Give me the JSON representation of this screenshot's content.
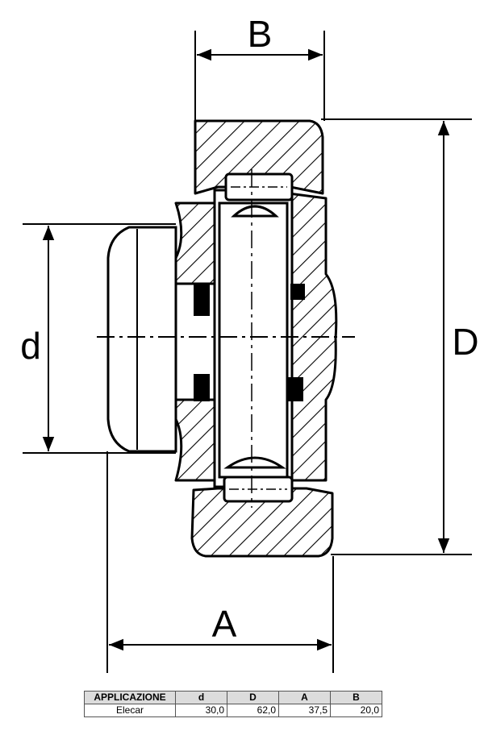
{
  "drawing": {
    "dimension_labels": {
      "B": "B",
      "d": "d",
      "D": "D",
      "A": "A"
    }
  },
  "table": {
    "headers": [
      "APPLICAZIONE",
      "d",
      "D",
      "A",
      "B"
    ],
    "rows": [
      [
        "Elecar",
        "30,0",
        "62,0",
        "37,5",
        "20,0"
      ]
    ]
  }
}
